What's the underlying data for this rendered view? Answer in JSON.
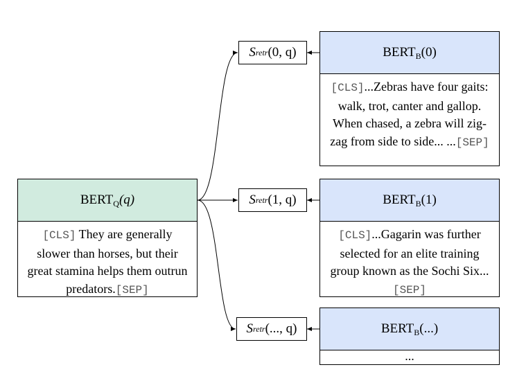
{
  "colors": {
    "query_fill": "#d1ebdf",
    "doc_fill": "#d9e5fb",
    "stroke": "#000000",
    "token": "#555555"
  },
  "query": {
    "head": {
      "name": "BERT",
      "sub": "Q",
      "arg": "(q)"
    },
    "text": {
      "cls": "[CLS]",
      "body": "They are generally slower than horses, but their great stamina helps them outrun predators.",
      "sep": "[SEP]"
    }
  },
  "docs": [
    {
      "head": {
        "name": "BERT",
        "sub": "B",
        "arg": "(0)"
      },
      "text": {
        "cls": "[CLS]",
        "body": "...Zebras have four gaits: walk, trot, canter and gallop. When chased, a zebra will zig-zag from side to side... ...",
        "sep": "[SEP]"
      }
    },
    {
      "head": {
        "name": "BERT",
        "sub": "B",
        "arg": "(1)"
      },
      "text": {
        "cls": "[CLS]",
        "body": "...Gagarin was further selected for an elite training group known as the Sochi Six...",
        "sep": "[SEP]"
      }
    },
    {
      "head": {
        "name": "BERT",
        "sub": "B",
        "arg": "(...)"
      },
      "text": {
        "body": "..."
      }
    }
  ],
  "scores": [
    {
      "fn": "S",
      "sub": "retr",
      "arg": "(0, q)"
    },
    {
      "fn": "S",
      "sub": "retr",
      "arg": "(1, q)"
    },
    {
      "fn": "S",
      "sub": "retr",
      "arg": "(..., q)"
    }
  ]
}
